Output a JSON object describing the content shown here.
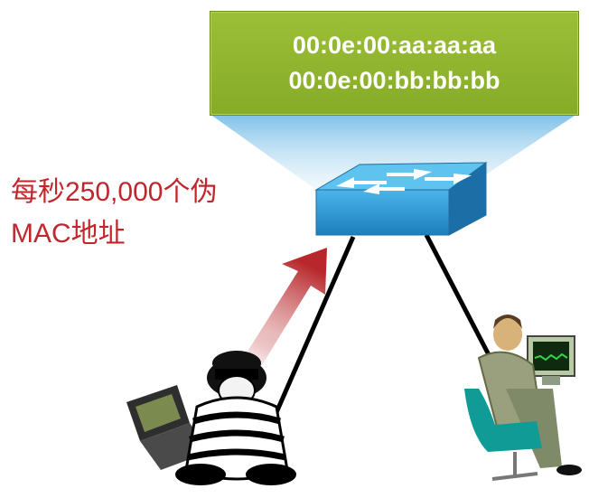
{
  "mac_table": {
    "entries": [
      "00:0e:00:aa:aa:aa",
      "00:0e:00:bb:bb:bb"
    ]
  },
  "attack": {
    "line1": "每秒250,000个伪",
    "line2": "MAC地址"
  },
  "colors": {
    "mac_box": "#8db32e",
    "switch_blue": "#2f9bd6",
    "caption_red": "#c0272d",
    "arrow_red": "#b8272b",
    "link_black": "#000000"
  },
  "icons": [
    "switch-icon",
    "attacker-icon",
    "laptop-icon",
    "user-workstation-icon"
  ]
}
